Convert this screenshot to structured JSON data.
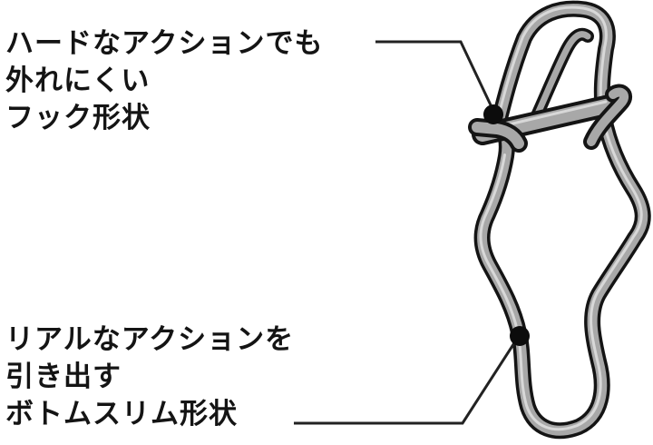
{
  "callouts": {
    "hook": {
      "lines": [
        "ハードなアクションでも",
        "外れにくい",
        "フック形状"
      ]
    },
    "bottom": {
      "lines": [
        "リアルなアクションを",
        "引き出す",
        "ボトムスリム形状"
      ]
    }
  },
  "colors": {
    "text": "#141414",
    "wire_outline": "#141414",
    "wire_fill": "#a8a8a8",
    "wire_highlight": "#d8d8d8",
    "leader_line": "#222222",
    "marker_dot": "#0c0c0c",
    "background": "#ffffff"
  }
}
